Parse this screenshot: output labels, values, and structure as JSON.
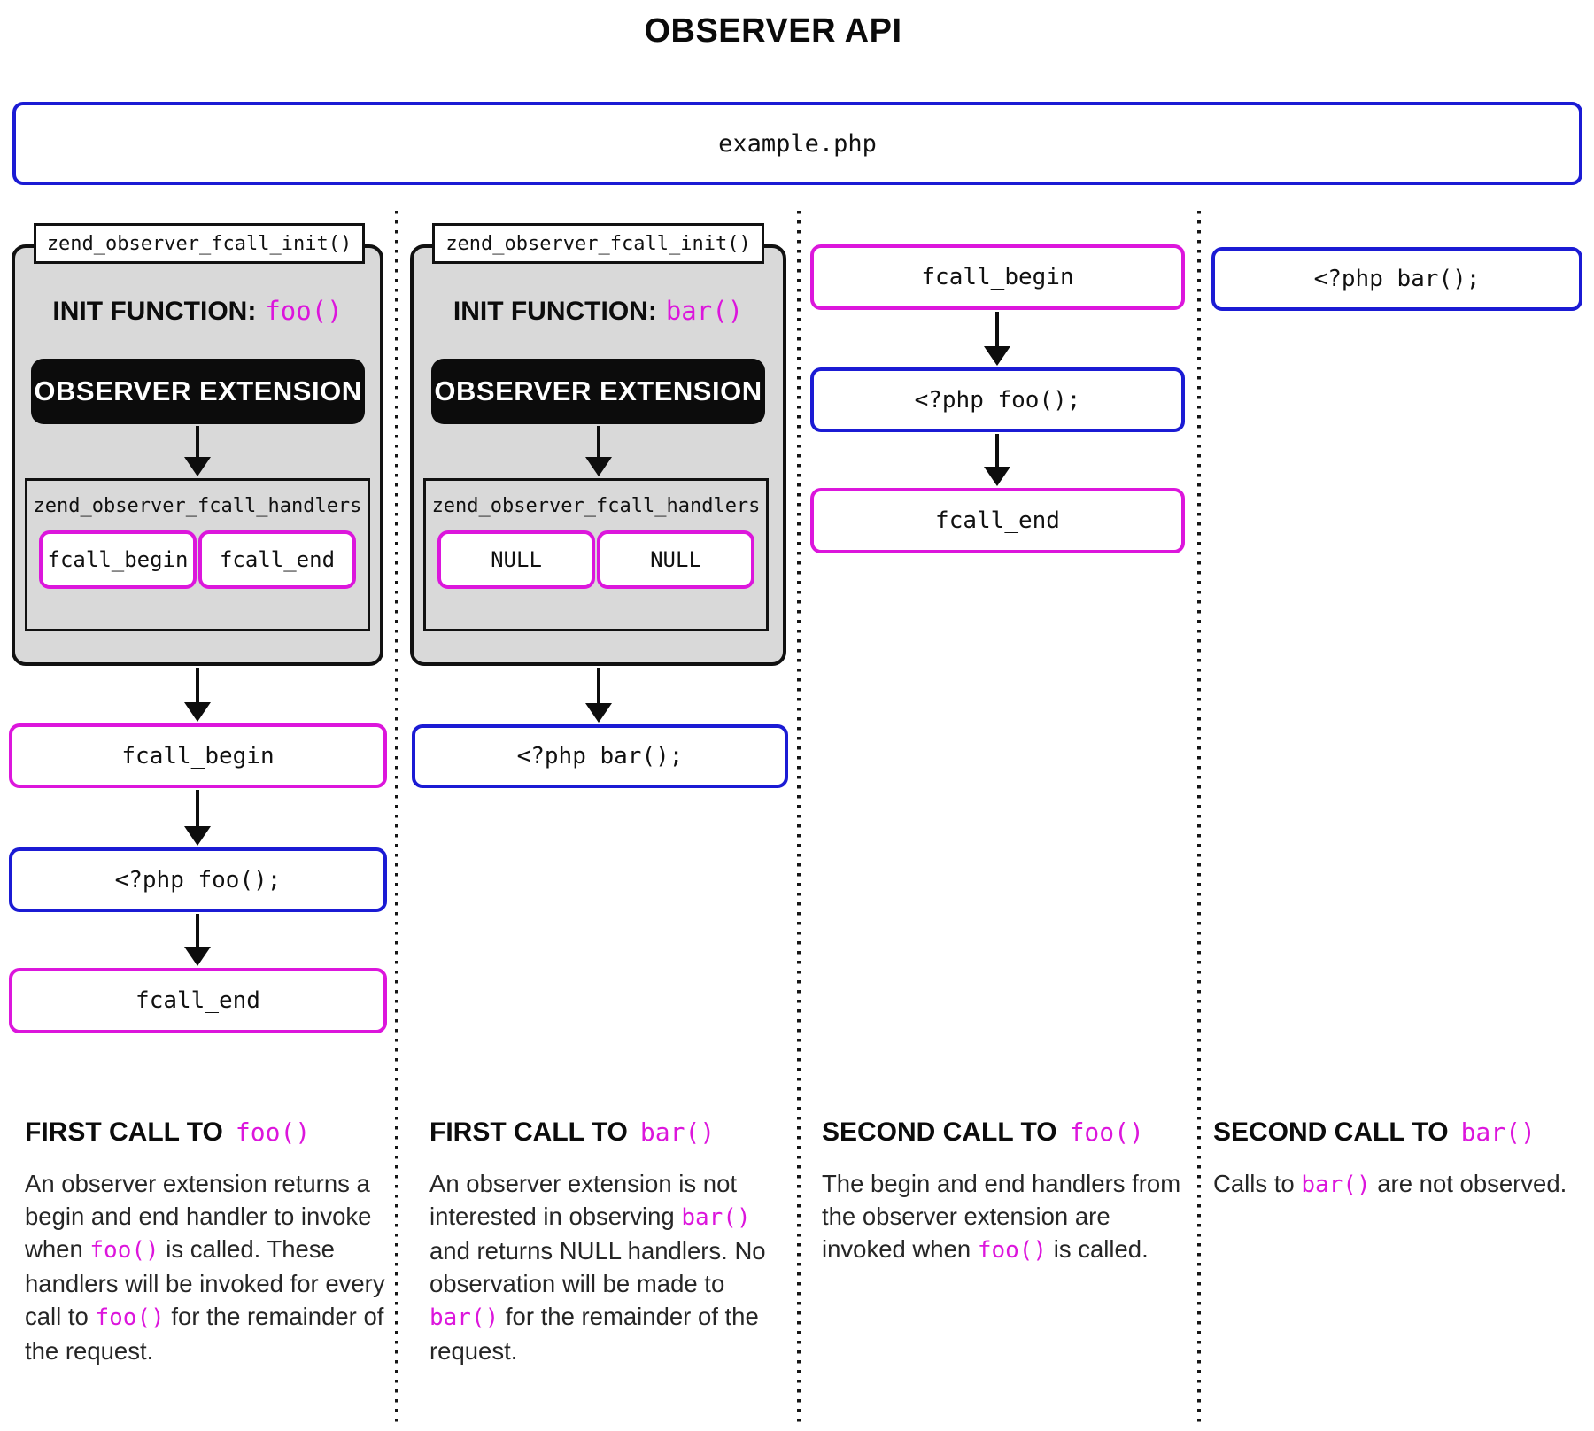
{
  "title": "OBSERVER API",
  "example_file": "example.php",
  "colors": {
    "magenta": "#DC16DC",
    "blue": "#1B1BD4",
    "box_gray": "#D9D9D9"
  },
  "columns": [
    {
      "init_box_label": "zend_observer_fcall_init()",
      "init_function_label": "INIT FUNCTION:",
      "init_function_code": "foo()",
      "extension_label": "OBSERVER EXTENSION",
      "handlers_table_label": "zend_observer_fcall_handlers",
      "handlers": [
        "fcall_begin",
        "fcall_end"
      ],
      "flow": [
        {
          "label": "fcall_begin",
          "style": "magenta"
        },
        {
          "label": "<?php foo();",
          "style": "blue"
        },
        {
          "label": "fcall_end",
          "style": "magenta"
        }
      ],
      "caption": {
        "heading": "FIRST CALL TO",
        "heading_code": "foo()",
        "segments": [
          {
            "text": "An observer extension returns a begin and end handler to invoke when "
          },
          {
            "code": "foo()"
          },
          {
            "text": " is called. These handlers will be invoked for every call to "
          },
          {
            "code": "foo()"
          },
          {
            "text": " for the remainder of the request."
          }
        ]
      }
    },
    {
      "init_box_label": "zend_observer_fcall_init()",
      "init_function_label": "INIT FUNCTION:",
      "init_function_code": "bar()",
      "extension_label": "OBSERVER EXTENSION",
      "handlers_table_label": "zend_observer_fcall_handlers",
      "handlers": [
        "NULL",
        "NULL"
      ],
      "flow": [
        {
          "label": "<?php bar();",
          "style": "blue"
        }
      ],
      "caption": {
        "heading": "FIRST CALL TO",
        "heading_code": "bar()",
        "segments": [
          {
            "text": "An observer extension is not interested in observing "
          },
          {
            "code": "bar()"
          },
          {
            "text": " and returns NULL handlers. No observation will be made to "
          },
          {
            "code": "bar()"
          },
          {
            "text": " for the remainder of the request."
          }
        ]
      }
    },
    {
      "flow": [
        {
          "label": "fcall_begin",
          "style": "magenta"
        },
        {
          "label": "<?php foo();",
          "style": "blue"
        },
        {
          "label": "fcall_end",
          "style": "magenta"
        }
      ],
      "caption": {
        "heading": "SECOND CALL TO",
        "heading_code": "foo()",
        "segments": [
          {
            "text": "The begin and end handlers from the observer extension are invoked when "
          },
          {
            "code": "foo()"
          },
          {
            "text": " is called."
          }
        ]
      }
    },
    {
      "flow": [
        {
          "label": "<?php bar();",
          "style": "blue"
        }
      ],
      "caption": {
        "heading": "SECOND CALL TO",
        "heading_code": "bar()",
        "segments": [
          {
            "text": "Calls to "
          },
          {
            "code": "bar()"
          },
          {
            "text": " are not observed."
          }
        ]
      }
    }
  ]
}
